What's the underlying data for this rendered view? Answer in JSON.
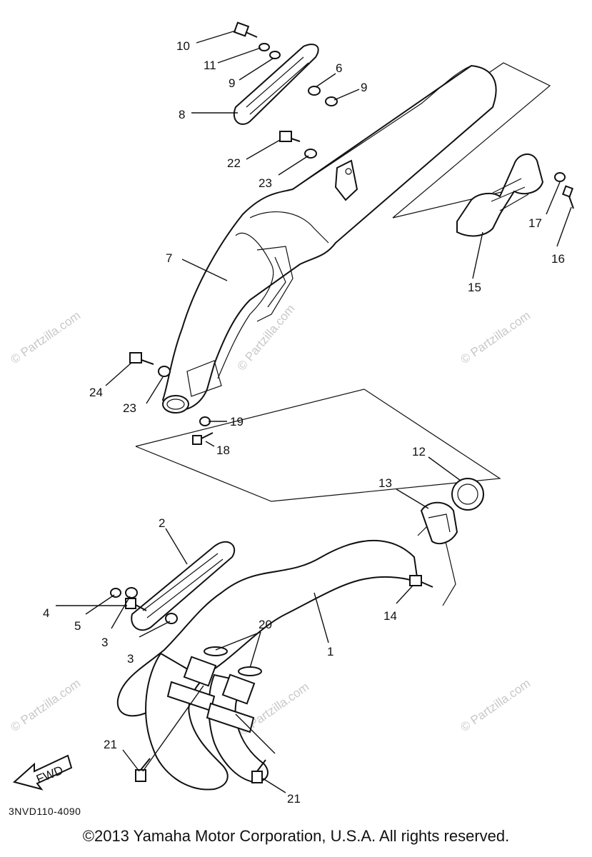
{
  "diagram": {
    "part_callouts": [
      "1",
      "2",
      "3",
      "4",
      "5",
      "6",
      "7",
      "8",
      "9",
      "10",
      "11",
      "12",
      "13",
      "14",
      "15",
      "16",
      "17",
      "18",
      "19",
      "20",
      "21",
      "22",
      "23",
      "24"
    ],
    "direction_label": "FWD",
    "watermark": "© Partzilla.com",
    "drawing_code": "3NVD110-4090",
    "copyright": "©2013 Yamaha Motor Corporation, U.S.A. All rights reserved."
  }
}
